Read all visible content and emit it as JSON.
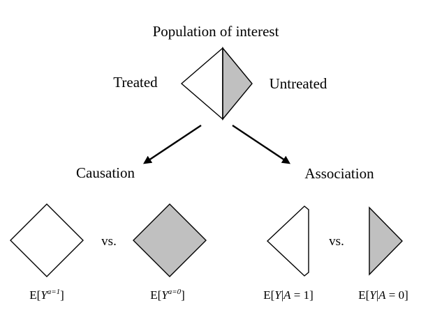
{
  "title": "Population of interest",
  "population": {
    "left_label": "Treated",
    "right_label": "Untreated"
  },
  "causation": {
    "heading": "Causation",
    "vs": "vs.",
    "left_caption": {
      "prefix": "E[",
      "var": "Y",
      "sup": "a=1",
      "suffix": "]"
    },
    "right_caption": {
      "prefix": "E[",
      "var": "Y",
      "sup": "a=0",
      "suffix": "]"
    }
  },
  "association": {
    "heading": "Association",
    "vs": "vs.",
    "left_caption": {
      "prefix": "E[",
      "var": "Y",
      "bar": "|",
      "cond": "A",
      "rest": " = 1]"
    },
    "right_caption": {
      "prefix": "E[",
      "var": "Y",
      "bar": "|",
      "cond": "A",
      "rest": " = 0]"
    }
  },
  "colors": {
    "fill_gray": "#c0c0c0",
    "fill_white": "#ffffff",
    "stroke": "#000000"
  }
}
